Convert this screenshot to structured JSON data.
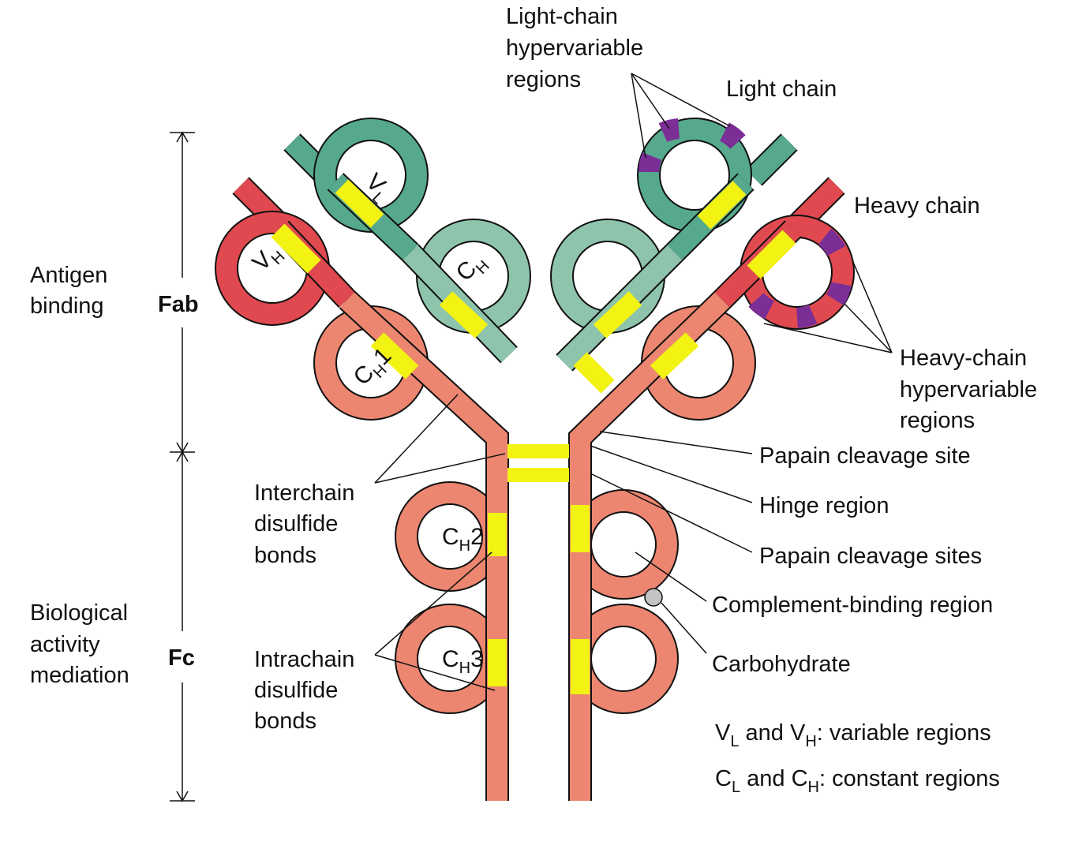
{
  "colors": {
    "light_chain": "#56a98c",
    "light_constant": "#8ec4ac",
    "heavy_variable": "#e0494f",
    "heavy_constant": "#ec8670",
    "disulfide": "#f2f213",
    "hypervariable": "#7b2e96",
    "carbohydrate": "#c3c3c3",
    "line": "#111111"
  },
  "regions": {
    "fab": "Fab",
    "fc": "Fc",
    "antigen_binding": [
      "Antigen",
      "binding"
    ],
    "biological_activity": [
      "Biological",
      "activity",
      "mediation"
    ]
  },
  "domains": {
    "vl": {
      "main": "V",
      "sub": "L"
    },
    "vh": {
      "main": "V",
      "sub": "H"
    },
    "ch_light_arm": {
      "main": "C",
      "sub": "H"
    },
    "ch1": {
      "main": "C",
      "sub": "H",
      "suffix": "1"
    },
    "ch2": {
      "main": "C",
      "sub": "H",
      "suffix": "2"
    },
    "ch3": {
      "main": "C",
      "sub": "H",
      "suffix": "3"
    }
  },
  "labels": {
    "light_hypervariable": [
      "Light-chain",
      "hypervariable",
      "regions"
    ],
    "light_chain": "Light chain",
    "heavy_chain": "Heavy chain",
    "heavy_hypervariable": [
      "Heavy-chain",
      "hypervariable",
      "regions"
    ],
    "papain_site": "Papain cleavage site",
    "hinge": "Hinge region",
    "papain_sites": "Papain cleavage sites",
    "complement": "Complement-binding region",
    "carbohydrate": "Carbohydrate",
    "interchain": [
      "Interchain",
      "disulfide",
      "bonds"
    ],
    "intrachain": [
      "Intrachain",
      "disulfide",
      "bonds"
    ]
  },
  "legend": {
    "variable": {
      "a": "V",
      "a_sub": "L",
      "and": " and ",
      "b": "V",
      "b_sub": "H",
      "rest": ": variable regions"
    },
    "constant": {
      "a": "C",
      "a_sub": "L",
      "and": " and ",
      "b": "C",
      "b_sub": "H",
      "rest": ": constant regions"
    }
  }
}
